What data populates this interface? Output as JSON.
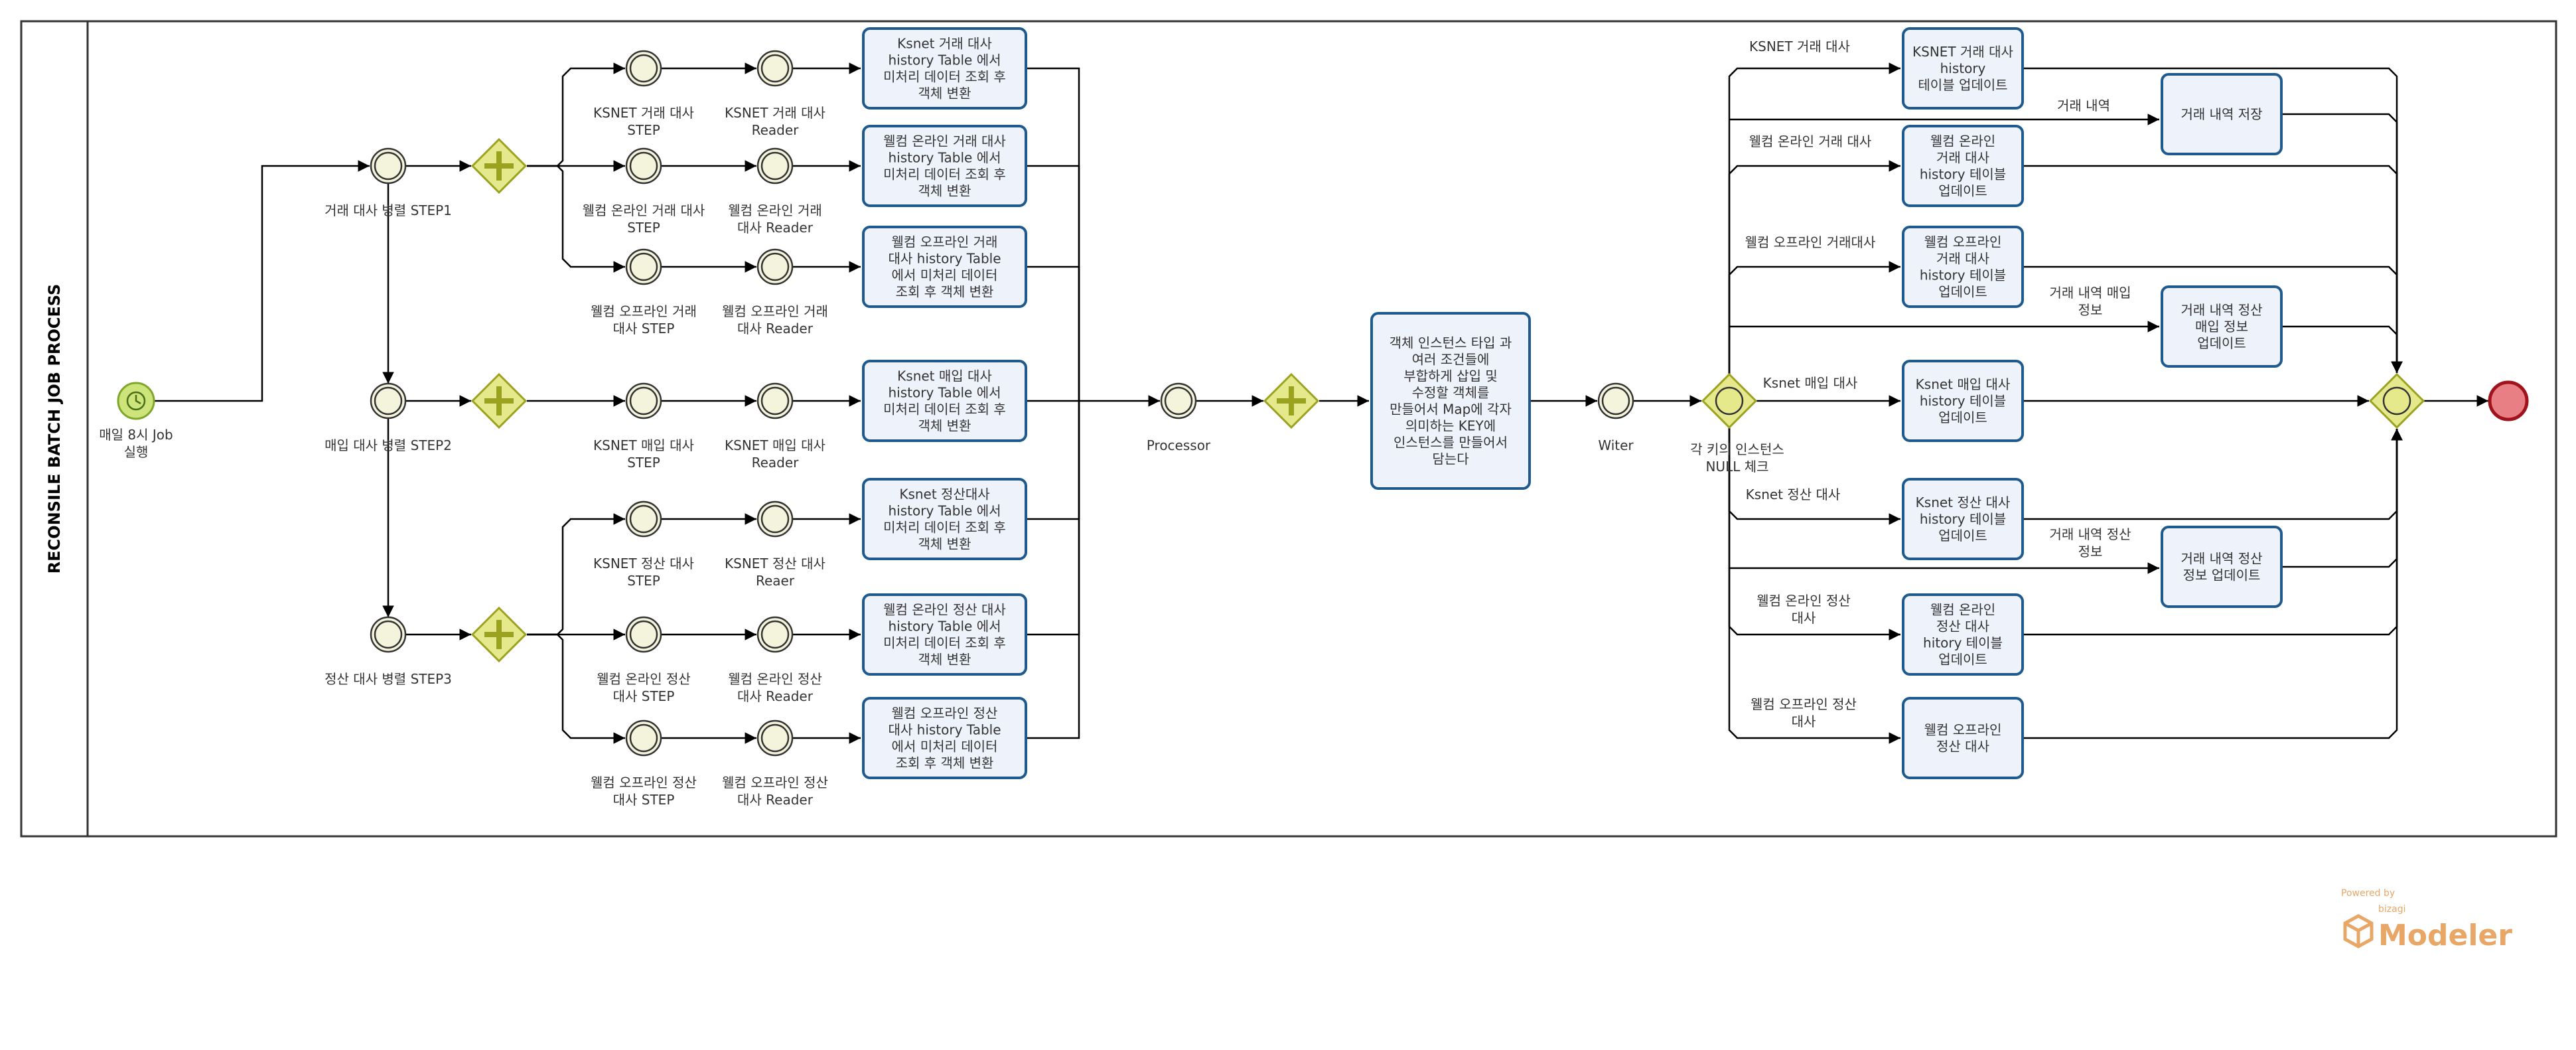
{
  "pool": {
    "title": "RECONSILE BATCH JOB PROCESS"
  },
  "start_event": {
    "lines": [
      "매일 8시 Job",
      "실행"
    ]
  },
  "steps": {
    "step1": {
      "lines": [
        "거래 대사 병렬 STEP1"
      ]
    },
    "step2": {
      "lines": [
        "매입 대사 병렬 STEP2"
      ]
    },
    "step3": {
      "lines": [
        "정산 대사 병렬 STEP3"
      ]
    }
  },
  "readers": [
    {
      "step": [
        "KSNET 거래 대사",
        "STEP"
      ],
      "reader": [
        "KSNET 거래 대사",
        "Reader"
      ],
      "task": [
        "Ksnet 거래 대사",
        "history Table 에서",
        "미처리 데이터 조회 후",
        "객체 변환"
      ]
    },
    {
      "step": [
        "웰컴 온라인 거래 대사",
        "STEP"
      ],
      "reader": [
        "웰컴 온라인 거래",
        "대사 Reader"
      ],
      "task": [
        "웰컴 온라인 거래 대사",
        "history Table 에서",
        "미처리 데이터 조회 후",
        "객체 변환"
      ]
    },
    {
      "step": [
        "웰컴 오프라인 거래",
        "대사 STEP"
      ],
      "reader": [
        "웰컴 오프라인 거래",
        "대사 Reader"
      ],
      "task": [
        "웰컴 오프라인 거래",
        "대사 history Table",
        "에서 미처리 데이터",
        "조회 후 객체 변환"
      ]
    },
    {
      "step": [
        "KSNET 매입 대사",
        "STEP"
      ],
      "reader": [
        "KSNET 매입 대사",
        "Reader"
      ],
      "task": [
        "Ksnet 매입 대사",
        "history Table 에서",
        "미처리 데이터 조회 후",
        "객체 변환"
      ]
    },
    {
      "step": [
        "KSNET 정산 대사",
        "STEP"
      ],
      "reader": [
        "KSNET 정산 대사",
        "Reaer"
      ],
      "task": [
        "Ksnet 정산대사",
        "history Table 에서",
        "미처리 데이터 조회 후",
        "객체 변환"
      ]
    },
    {
      "step": [
        "웰컴 온라인 정산",
        "대사 STEP"
      ],
      "reader": [
        "웰컴 온라인 정산",
        "대사 Reader"
      ],
      "task": [
        "웰컴 온라인 정산 대사",
        "history Table 에서",
        "미처리 데이터 조회 후",
        "객체 변환"
      ]
    },
    {
      "step": [
        "웰컴 오프라인 정산",
        "대사 STEP"
      ],
      "reader": [
        "웰컴 오프라인 정산",
        "대사 Reader"
      ],
      "task": [
        "웰컴 오프라인 정산",
        "대사 history Table",
        "에서 미처리 데이터",
        "조회 후 객체 변환"
      ]
    }
  ],
  "processor": {
    "label": "Processor",
    "task": [
      "객체 인스턴스 타입 과",
      "여러 조건들에",
      "부합하게 삽입 및",
      "수정할 객체를",
      "만들어서 Map에 각자",
      "의미하는 KEY에",
      "인스턴스를 만들어서",
      "담는다"
    ]
  },
  "writer": {
    "label": "Witer"
  },
  "null_check": {
    "lines": [
      "각 키의 인스턴스",
      "NULL 체크"
    ]
  },
  "outputs": [
    {
      "flow": [
        "KSNET 거래 대사"
      ],
      "task": [
        "KSNET 거래 대사",
        "history",
        "테이블 업데이트"
      ]
    },
    {
      "flow": [
        "웰컴 온라인 거래 대사"
      ],
      "task": [
        "웰컴 온라인",
        "거래 대사",
        "history 테이블",
        "업데이트"
      ]
    },
    {
      "flow": [
        "웰컴 오프라인 거래대사"
      ],
      "task": [
        "웰컴 오프라인",
        "거래 대사",
        "history 테이블",
        "업데이트"
      ]
    },
    {
      "flow": [
        "Ksnet 매입 대사"
      ],
      "task": [
        "Ksnet 매입 대사",
        "history 테이블",
        "업데이트"
      ]
    },
    {
      "flow": [
        "Ksnet 정산 대사"
      ],
      "task": [
        "Ksnet 정산 대사",
        "history 테이블",
        "업데이트"
      ]
    },
    {
      "flow": [
        "웰컴 온라인 정산",
        "대사"
      ],
      "task": [
        "웰컴 온라인",
        "정산 대사",
        "hitory 테이블",
        "업데이트"
      ]
    },
    {
      "flow": [
        "웰컴 오프라인 정산",
        "대사"
      ],
      "task": [
        "웰컴 오프라인",
        "정산 대사"
      ]
    }
  ],
  "extras": [
    {
      "flow": [
        "거래 내역"
      ],
      "task": [
        "거래 내역 저장"
      ]
    },
    {
      "flow": [
        "거래 내역 매입",
        "정보"
      ],
      "task": [
        "거래 내역 정산",
        "매입 정보",
        "업데이트"
      ]
    },
    {
      "flow": [
        "거래 내역 정산",
        "정보"
      ],
      "task": [
        "거래 내역 정산",
        "정보 업데이트"
      ]
    }
  ],
  "branding": {
    "powered_by": "Powered by",
    "vendor": "bizagi",
    "product": "Modeler"
  },
  "colors": {
    "task_fill": "#eef2fb",
    "task_stroke": "#1f5a8e",
    "gateway_fill": "#e5e98c",
    "gateway_stroke": "#9aa21f",
    "start_fill": "#cde47a",
    "start_stroke": "#7fa62a",
    "end_fill": "#e87f85",
    "end_stroke": "#a0121c",
    "brand": "#e8a766"
  }
}
